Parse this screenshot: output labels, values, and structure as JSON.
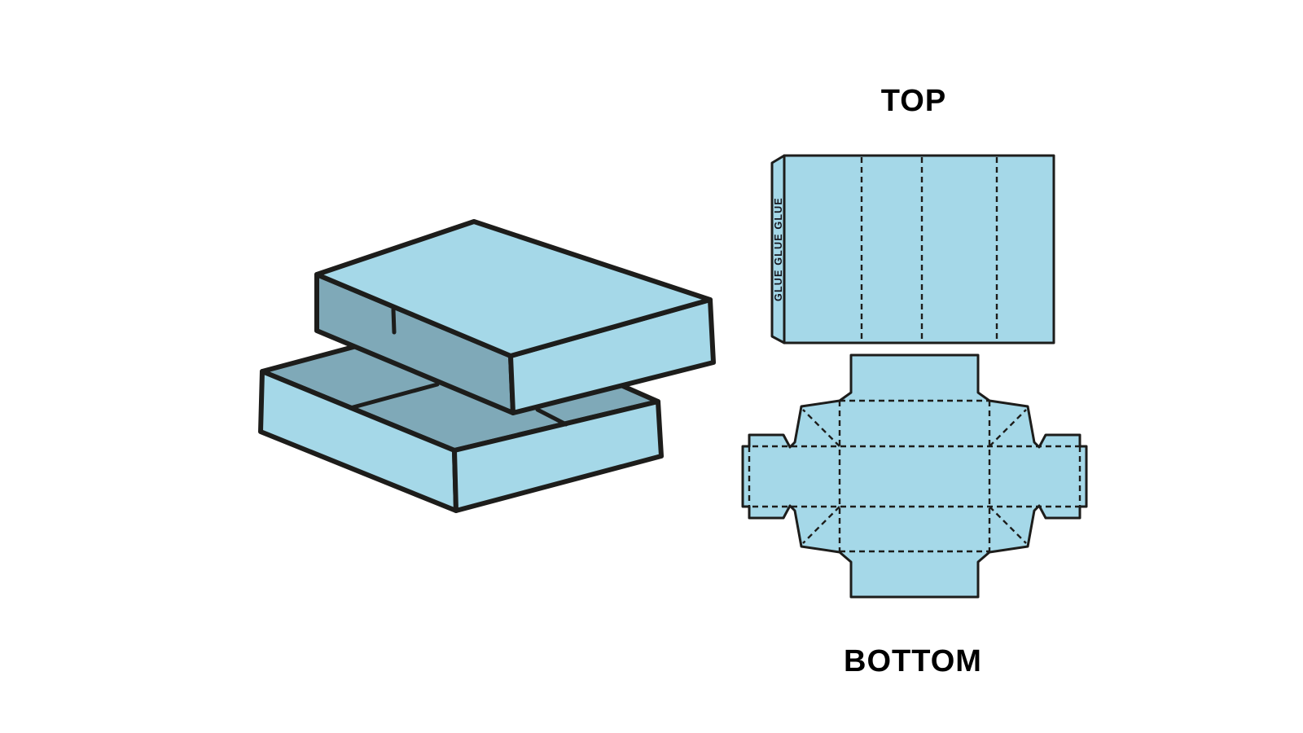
{
  "page": {
    "background": "#ffffff"
  },
  "colors": {
    "panel_light": "#A5D8E8",
    "panel_shade": "#7FA9B8",
    "outline": "#1D1D1B",
    "label_text": "#000000",
    "glue_text": "#15151C"
  },
  "illustration_3d": {
    "description": "assembled rectangular box with separate lid shown lifted above the tray"
  },
  "top_dieline": {
    "label": "TOP",
    "glue_text": "GLUE GLUE GLUE",
    "panel_count": 4
  },
  "bottom_dieline": {
    "label": "BOTTOM"
  }
}
